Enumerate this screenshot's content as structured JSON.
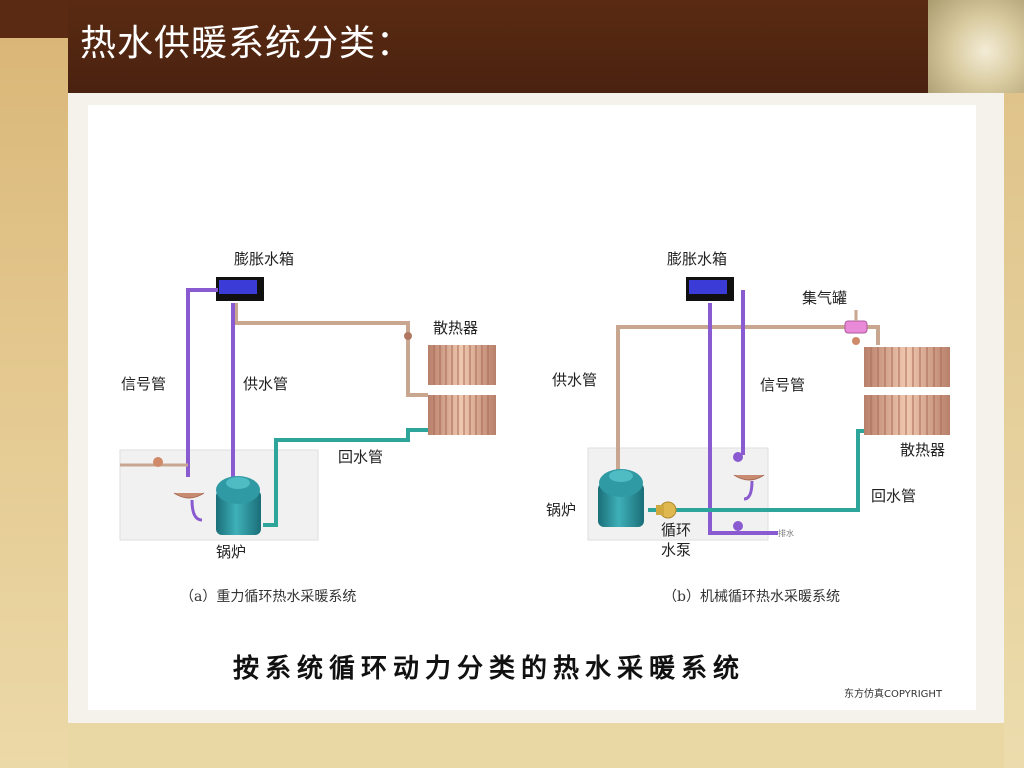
{
  "slide": {
    "title": "热水供暖系统分类："
  },
  "diagram_a": {
    "tank": "膨胀水箱",
    "radiator": "散热器",
    "signal_pipe": "信号管",
    "supply_pipe": "供水管",
    "return_pipe": "回水管",
    "boiler": "锅炉",
    "caption": "（a）重力循环热水采暖系统"
  },
  "diagram_b": {
    "tank": "膨胀水箱",
    "air_collector": "集气罐",
    "supply_pipe": "供水管",
    "signal_pipe": "信号管",
    "radiator": "散热器",
    "return_pipe": "回水管",
    "boiler": "锅炉",
    "pump_line1": "循环",
    "pump_line2": "水泵",
    "caption": "（b）机械循环热水采暖系统"
  },
  "figure": {
    "main_caption": "按系统循环动力分类的热水采暖系统",
    "copyright": "东方仿真COPYRIGHT"
  },
  "colors": {
    "supply": "#c9a68f",
    "signal": "#8a5ad0",
    "return": "#2ea59a",
    "boiler": "#2a8c96",
    "radiator": "#d8a88c",
    "tank": "#3b3bd8"
  }
}
